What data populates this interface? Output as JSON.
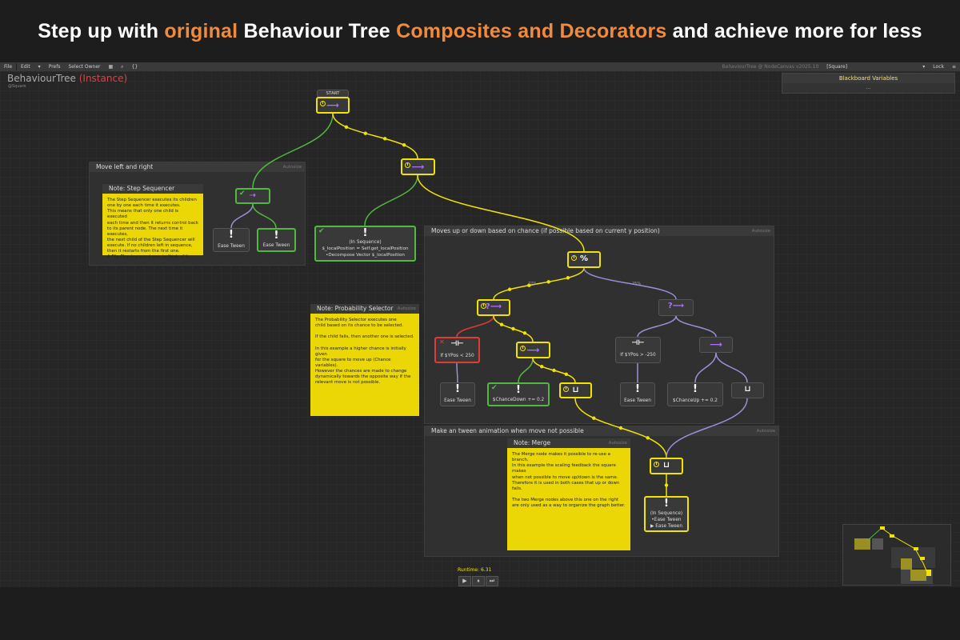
{
  "banner": {
    "part1": "Step up with ",
    "part2": "original",
    "part3": " Behaviour Tree ",
    "part4": "Composites and Decorators",
    "part5": " and achieve more for less"
  },
  "toolbar": {
    "file": "File",
    "edit": "Edit",
    "prefs": "Prefs",
    "select_owner": "Select Owner",
    "braces": "{}",
    "right_info": "BehaviourTree @ NodeCanvas v2025.10",
    "square_select": "[Square]",
    "lock": "Lock"
  },
  "graph": {
    "title": "BehaviourTree",
    "instance": "(Instance)",
    "owner": "@Square"
  },
  "blackboard": {
    "header": "Blackboard Variables",
    "value": "..."
  },
  "groups": {
    "left_right": {
      "title": "Move left and right",
      "autosize": "Autosize"
    },
    "up_down": {
      "title": "Moves up or down based on chance (if possible based on current y position)",
      "autosize": "Autosize"
    },
    "tween": {
      "title": "Make an tween animation when move not possible",
      "autosize": "Autosize"
    }
  },
  "notes": {
    "sequencer": {
      "title": "Note: Step Sequencer",
      "body": "The Step Sequencer executes its children\none by one each time it executes.\nThis means that only one child is executed\neach time and then it returns control back\nto its parent node. The next time it executes,\nthe next child of the Step Sequencer will\nexecute. If no children left in sequence,\nthen it restarts from the first one.\nA Flip Flop is a good way to think of it."
    },
    "probability": {
      "title": "Note: Probability Selector",
      "autosize": "Autosize",
      "body": "The Probability Selector executes one\nchild based on its chance to be selected.\n\nIf the child fails, then another one is selected.\n\nIn this example a higher chance is initially given\nfor the square to move up (Chance variables).\nHowever the chances are made to change\ndynamically towards the opposite way if the\nrelevant move is not possible."
    },
    "merge": {
      "title": "Note: Merge",
      "autosize": "Autosize",
      "body": "The Merge node makes it possible to re-use a branch.\nIn this example the scaling feedback the square makes\nwhen not possible to move up/down is the same.\nTherefore it is used in both cases that up or down\nfails.\n\nThe two Merge nodes above this one on the right\nare only used as a way to organize the graph better."
    }
  },
  "nodes": {
    "start_label": "START",
    "ease_tween": "Ease Tween",
    "in_sequence_title": "(In Sequence)",
    "in_seq_line1": "$_localPosition = Self.get_localPosition",
    "in_seq_line2": "•Decompose Vector $_localPosition",
    "percent": "%",
    "if_ypos_lt": "If $YPos < 250",
    "if_ypos_gt": "If $YPos > -250",
    "chance_down": "$ChanceDown += 0.2",
    "chance_up": "$ChanceUp += 0.2",
    "final_seq_title": "(In Sequence)",
    "final_seq_line1": "•Ease Tween",
    "final_seq_line2": "▶ Ease Tween"
  },
  "edge_labels": {
    "left_pct": "77%",
    "right_pct": "25%"
  },
  "runtime": {
    "label": "Runtime: 6.31"
  },
  "playback": {
    "play": "▶",
    "pause": "⏸",
    "step": "⏭"
  },
  "colors": {
    "active": "#f2e400",
    "success": "#52b840",
    "failure": "#e03a3a",
    "idle": "#9a8fd8",
    "accent": "#f08a3c"
  }
}
